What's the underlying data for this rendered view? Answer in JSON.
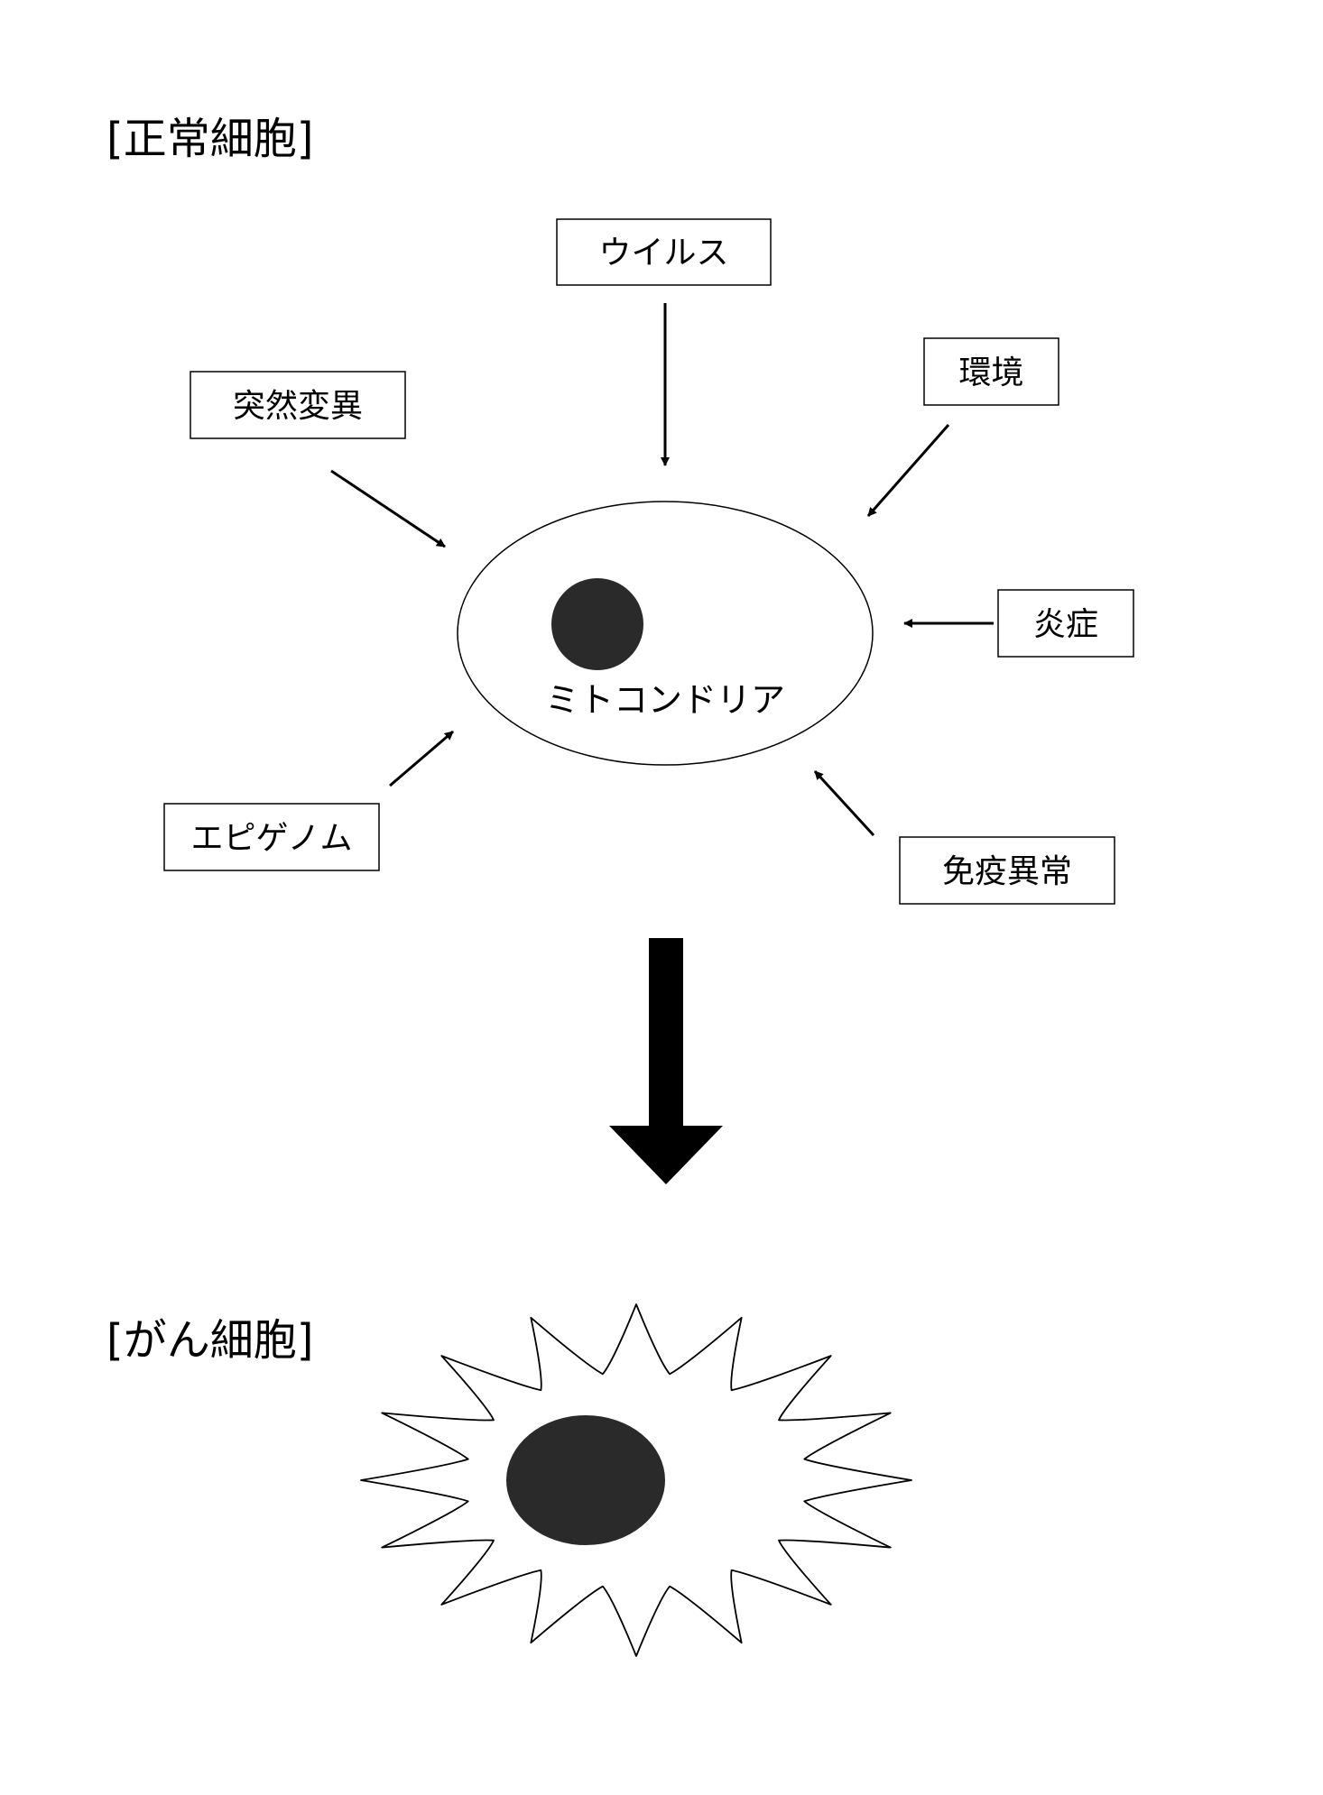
{
  "headings": {
    "normal_cell": "[正常細胞]",
    "cancer_cell": "[がん細胞]"
  },
  "factors": {
    "virus": "ウイルス",
    "mutation": "突然変異",
    "environment": "環境",
    "inflammation": "炎症",
    "epigenome": "エピゲノム",
    "immune_abnormality": "免疫異常"
  },
  "cell": {
    "organelle_label": "ミトコンドリア"
  },
  "colors": {
    "nucleus": "#2a2a2a",
    "stroke": "#000000"
  }
}
